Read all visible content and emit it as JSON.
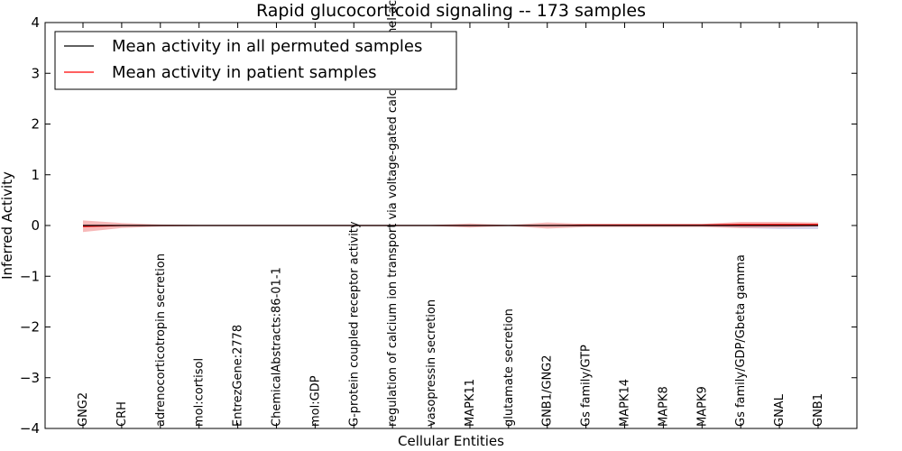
{
  "chart_data": {
    "type": "line",
    "title": "Rapid glucocorticoid signaling -- 173 samples",
    "xlabel": "Cellular Entities",
    "ylabel": "Inferred Activity",
    "ylim": [
      -4,
      4
    ],
    "yticks": [
      "4",
      "3",
      "2",
      "1",
      "0",
      "−1",
      "−2",
      "−3",
      "−4"
    ],
    "ytick_values": [
      4,
      3,
      2,
      1,
      0,
      -1,
      -2,
      -3,
      -4
    ],
    "grid": false,
    "legend_position": "top-left",
    "categories": [
      "GNG2",
      "CRH",
      "adrenocorticotropin secretion",
      "mol:cortisol",
      "EntrezGene:2778",
      "ChemicalAbstracts:86-01-1",
      "mol:GDP",
      "G-protein coupled receptor activity",
      "regulation of calcium ion transport via voltage-gated calcium channel activity",
      "vasopressin secretion",
      "MAPK11",
      "glutamate secretion",
      "GNB1/GNG2",
      "Gs family/GTP",
      "MAPK14",
      "MAPK8",
      "MAPK9",
      "Gs family/GDP/Gbeta gamma",
      "GNAL",
      "GNB1"
    ],
    "series": [
      {
        "name": "Mean activity in all permuted samples",
        "color": "#000000",
        "values": [
          0,
          0,
          0,
          0,
          0,
          0,
          0,
          0,
          0,
          0,
          0,
          0,
          0,
          0,
          0,
          0,
          0,
          0,
          0,
          0
        ],
        "band_upper": [
          0.02,
          0.01,
          0.01,
          0.01,
          0.01,
          0.01,
          0.01,
          0.01,
          0.01,
          0.01,
          0.01,
          0.01,
          0.01,
          0.01,
          0.01,
          0.01,
          0.01,
          0.02,
          0.02,
          0.02
        ],
        "band_lower": [
          -0.02,
          -0.01,
          -0.01,
          -0.01,
          -0.01,
          -0.01,
          -0.01,
          -0.01,
          -0.01,
          -0.01,
          -0.01,
          -0.01,
          -0.01,
          -0.01,
          -0.01,
          -0.01,
          -0.01,
          -0.05,
          -0.07,
          -0.07
        ],
        "band_color": "#b3b3dd"
      },
      {
        "name": "Mean activity in patient samples",
        "color": "#ff0000",
        "values": [
          -0.02,
          0,
          0,
          0,
          0,
          0,
          0,
          0,
          0,
          0,
          0,
          0,
          0,
          0.01,
          0.01,
          0.01,
          0.01,
          0.02,
          0.02,
          0.02
        ],
        "band_upper": [
          0.1,
          0.05,
          0.02,
          0.01,
          0.01,
          0.01,
          0.01,
          0.01,
          0.01,
          0.01,
          0.04,
          0.01,
          0.06,
          0.03,
          0.03,
          0.03,
          0.03,
          0.07,
          0.07,
          0.06
        ],
        "band_lower": [
          -0.13,
          -0.05,
          -0.02,
          -0.01,
          -0.01,
          -0.01,
          -0.01,
          -0.01,
          -0.01,
          -0.01,
          -0.04,
          -0.01,
          -0.06,
          -0.03,
          -0.03,
          -0.03,
          -0.03,
          -0.05,
          -0.04,
          -0.02
        ],
        "band_color": "#f08080"
      }
    ]
  }
}
